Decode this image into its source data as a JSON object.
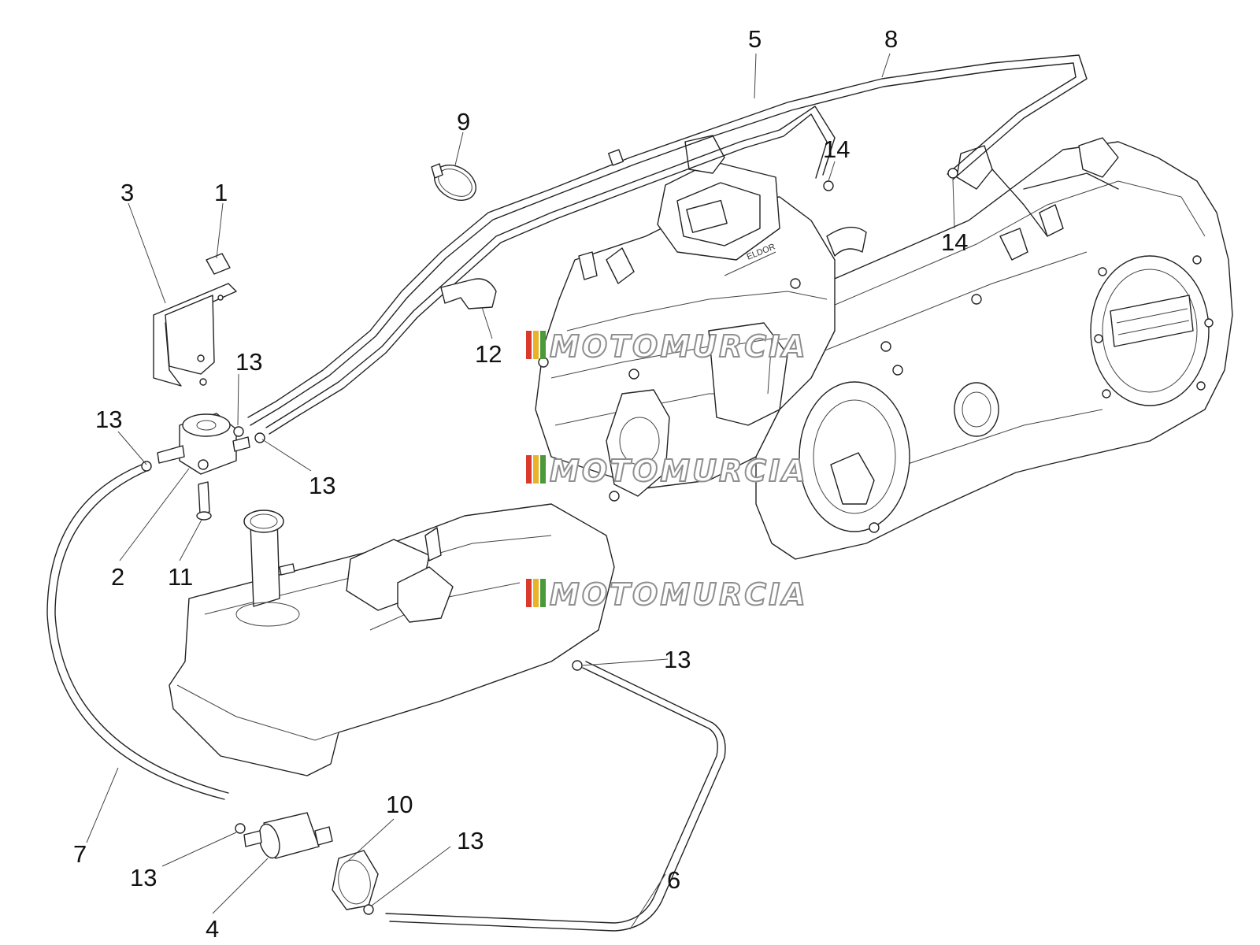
{
  "watermark": {
    "text": "MOTOMURCIA",
    "stripe_colors": [
      "#d93a2b",
      "#e8b22b",
      "#4a9a3c"
    ]
  },
  "callouts": [
    {
      "id": "c1",
      "label": "1"
    },
    {
      "id": "c2",
      "label": "2"
    },
    {
      "id": "c3",
      "label": "3"
    },
    {
      "id": "c4",
      "label": "4"
    },
    {
      "id": "c5",
      "label": "5"
    },
    {
      "id": "c6",
      "label": "6"
    },
    {
      "id": "c7",
      "label": "7"
    },
    {
      "id": "c8",
      "label": "8"
    },
    {
      "id": "c9",
      "label": "9"
    },
    {
      "id": "c10",
      "label": "10"
    },
    {
      "id": "c11",
      "label": "11"
    },
    {
      "id": "c12",
      "label": "12"
    },
    {
      "id": "c13a",
      "label": "13"
    },
    {
      "id": "c13b",
      "label": "13"
    },
    {
      "id": "c13c",
      "label": "13"
    },
    {
      "id": "c13d",
      "label": "13"
    },
    {
      "id": "c13e",
      "label": "13"
    },
    {
      "id": "c13f",
      "label": "13"
    },
    {
      "id": "c14a",
      "label": "14"
    },
    {
      "id": "c14b",
      "label": "14"
    }
  ],
  "engine_badge": "ELDOR"
}
